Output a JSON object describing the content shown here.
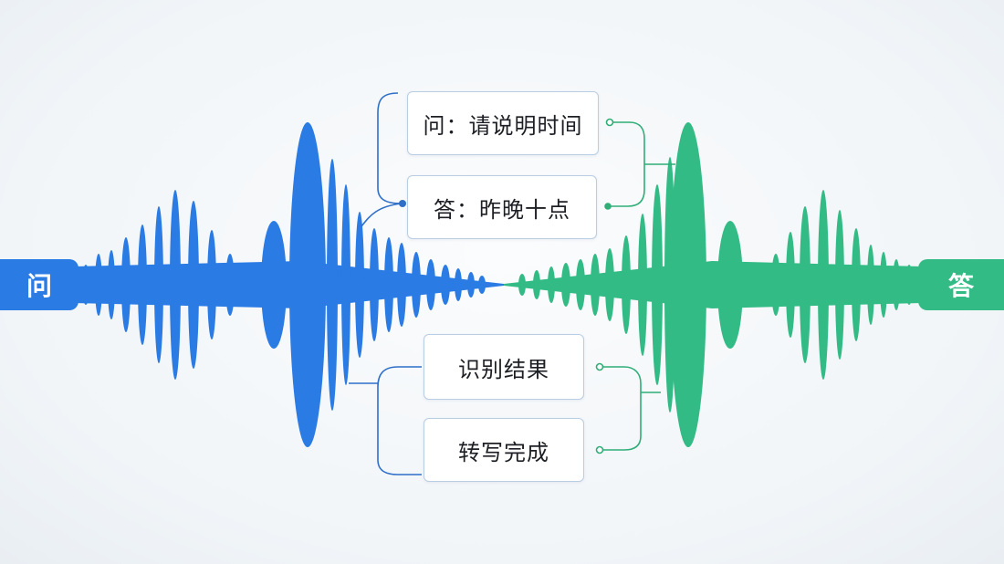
{
  "tags": {
    "question": "问",
    "answer": "答"
  },
  "boxes": {
    "question_prompt": "问：请说明时间",
    "answer_text": "答：昨晚十点",
    "recognition_result": "识别结果",
    "transcription_done": "转写完成"
  },
  "colors": {
    "question_wave": "#2a7be4",
    "answer_wave": "#33bb85",
    "connector_blue": "#2f6fc8",
    "connector_green": "#2fae78"
  }
}
